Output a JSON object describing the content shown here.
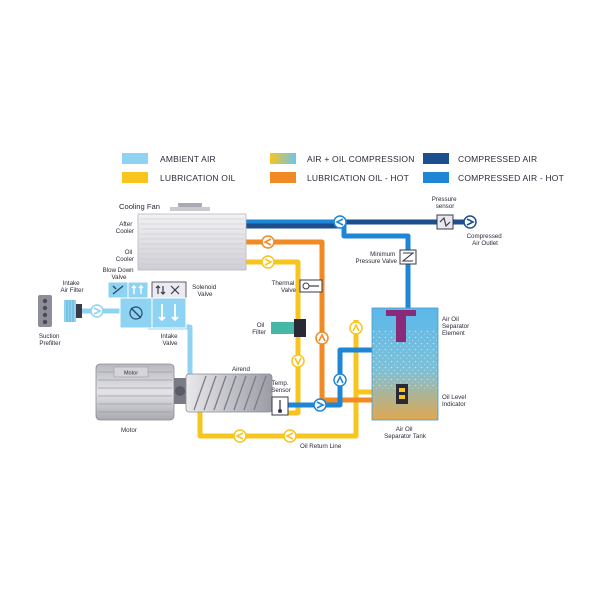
{
  "legend": {
    "ambient_air": {
      "label": "AMBIENT AIR",
      "color": "#8fd3f2"
    },
    "lubrication_oil": {
      "label": "LUBRICATION OIL",
      "color": "#f7c51e"
    },
    "air_oil_compression": {
      "label": "AIR + OIL COMPRESSION",
      "color_from": "#f7c51e",
      "color_to": "#6cc4ee"
    },
    "lubrication_oil_hot": {
      "label": "LUBRICATION OIL - HOT",
      "color": "#f08a24"
    },
    "compressed_air": {
      "label": "COMPRESSED AIR",
      "color": "#1d4f8f"
    },
    "compressed_air_hot": {
      "label": "COMPRESSED AIR - HOT",
      "color": "#1f86d6"
    }
  },
  "labels": {
    "cooling_fan": "Cooling Fan",
    "after_cooler": [
      "After",
      "Cooler"
    ],
    "oil_cooler": [
      "Oil",
      "Cooler"
    ],
    "pressure_sensor": [
      "Pressure",
      "sensor"
    ],
    "compressed_air_outlet": [
      "Compressed",
      "Air Outlet"
    ],
    "minimum_pressure_valve": [
      "Minimum",
      "Pressure Valve"
    ],
    "thermal_valve": [
      "Thermal",
      "Valve"
    ],
    "oil_filter": [
      "Oil",
      "Filter"
    ],
    "intake_air_filter": [
      "Intake",
      "Air Filter"
    ],
    "blow_down_valve": [
      "Blow Down",
      "Valve"
    ],
    "solenoid_valve": [
      "Solenoid",
      "Valve"
    ],
    "intake_valve": [
      "Intake",
      "Valve"
    ],
    "suction_prefilter": [
      "Suction",
      "Prefilter"
    ],
    "air_oil_separator_element": [
      "Air Oil",
      "Separator",
      "Element"
    ],
    "airend": "Airend",
    "motor": "Motor",
    "motor_plate": "Motor",
    "temp_sensor": [
      "Temp.",
      "Sensor"
    ],
    "oil_level_indicator": [
      "Oil Level",
      "Indicator"
    ],
    "air_oil_separator_tank": [
      "Air Oil",
      "Separator Tank"
    ],
    "oil_return_line": "Oil Return Line"
  }
}
